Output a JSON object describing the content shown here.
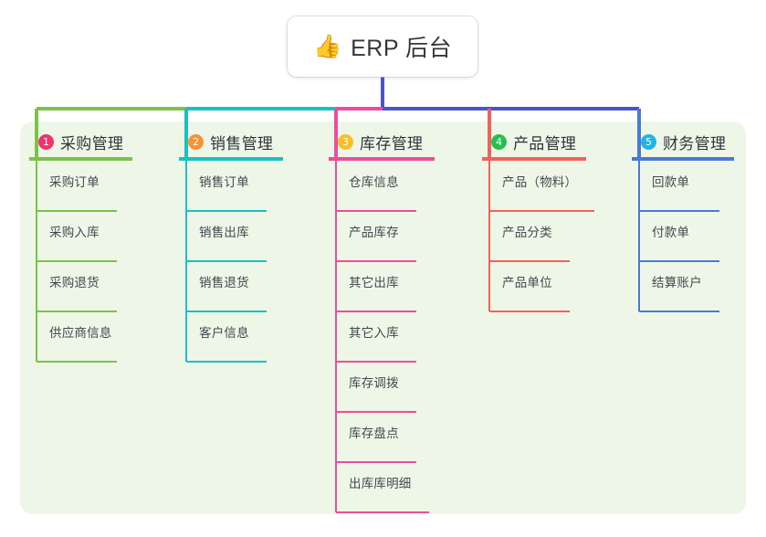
{
  "root": {
    "icon": "thumbs-up-icon",
    "emoji": "👍",
    "title": "ERP 后台"
  },
  "theme": {
    "panel_bg": "#eef7e7",
    "page_bg": "#ffffff",
    "root_stem": "#4a55c8",
    "text": "#2f343a"
  },
  "columns": [
    {
      "number": "1",
      "title": "采购管理",
      "badge_color": "#f0346c",
      "line_color": "#7cc24a",
      "items": [
        {
          "label": "采购订单"
        },
        {
          "label": "采购入库"
        },
        {
          "label": "采购退货"
        },
        {
          "label": "供应商信息"
        }
      ]
    },
    {
      "number": "2",
      "title": "销售管理",
      "badge_color": "#f79335",
      "line_color": "#19c1c1",
      "items": [
        {
          "label": "销售订单"
        },
        {
          "label": "销售出库"
        },
        {
          "label": "销售退货"
        },
        {
          "label": "客户信息"
        }
      ]
    },
    {
      "number": "3",
      "title": "库存管理",
      "badge_color": "#fbbe28",
      "line_color": "#ec4e9c",
      "items": [
        {
          "label": "仓库信息"
        },
        {
          "label": "产品库存"
        },
        {
          "label": "其它出库"
        },
        {
          "label": "其它入库"
        },
        {
          "label": "库存调拨"
        },
        {
          "label": "库存盘点"
        },
        {
          "label": "出库库明细"
        }
      ]
    },
    {
      "number": "4",
      "title": "产品管理",
      "badge_color": "#26bf4f",
      "line_color": "#f4615c",
      "items": [
        {
          "label": "产品（物料）"
        },
        {
          "label": "产品分类"
        },
        {
          "label": "产品单位"
        }
      ]
    },
    {
      "number": "5",
      "title": "财务管理",
      "badge_color": "#20b4e8",
      "line_color": "#4a79d6",
      "items": [
        {
          "label": "回款单"
        },
        {
          "label": "付款单"
        },
        {
          "label": "结算账户"
        }
      ]
    }
  ]
}
